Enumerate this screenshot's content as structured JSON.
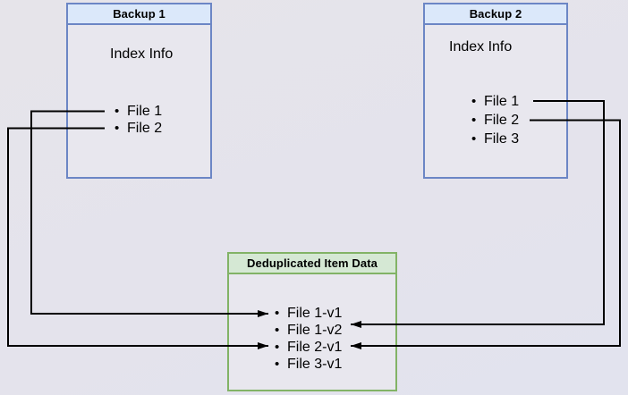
{
  "colors": {
    "background": "#e4e3ec",
    "backup_border": "#6c86c5",
    "backup_header_fill": "#dbe8fa",
    "dedup_border": "#82b366",
    "dedup_header_fill": "#d5e8d4",
    "connector": "#000000"
  },
  "boxes": {
    "backup1": {
      "title": "Backup 1",
      "subtitle": "Index Info",
      "items": [
        "File 1",
        "File 2"
      ]
    },
    "backup2": {
      "title": "Backup 2",
      "subtitle": "Index Info",
      "items": [
        "File 1",
        "File 2",
        "File 3"
      ]
    },
    "dedup": {
      "title": "Deduplicated Item Data",
      "items": [
        "File 1-v1",
        "File 1-v2",
        "File 2-v1",
        "File 3-v1"
      ]
    }
  },
  "connections": [
    {
      "from": "Backup 1 / File 1",
      "to": "File 1-v1"
    },
    {
      "from": "Backup 1 / File 2",
      "to": "File 2-v1"
    },
    {
      "from": "Backup 2 / File 1",
      "to": "File 1-v2"
    },
    {
      "from": "Backup 2 / File 2",
      "to": "File 2-v1"
    }
  ]
}
